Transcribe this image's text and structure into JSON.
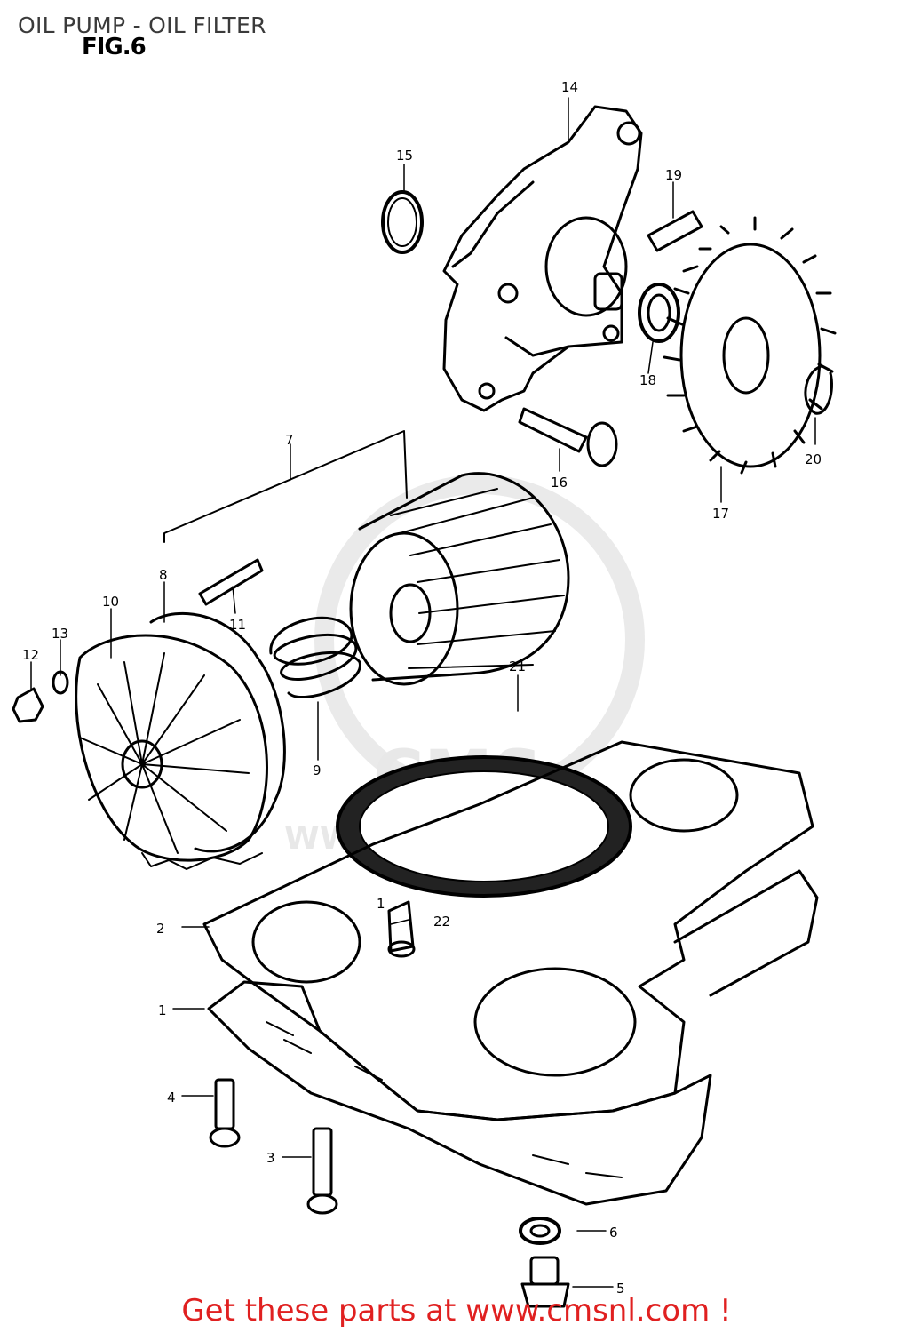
{
  "header": {
    "title": "OIL PUMP - OIL FILTER",
    "figure": "FIG.6"
  },
  "watermark": {
    "brand": "CMS",
    "url": "WWW.CMSNL.COM"
  },
  "callouts": {
    "p1": "1",
    "p2": "2",
    "p3": "3",
    "p4": "4",
    "p5": "5",
    "p6": "6",
    "p7": "7",
    "p8": "8",
    "p9": "9",
    "p10": "10",
    "p11": "11",
    "p12": "12",
    "p13": "13",
    "p14": "14",
    "p15": "15",
    "p16": "16",
    "p17": "17",
    "p18": "18",
    "p19": "19",
    "p20": "20",
    "p21": "21",
    "p22": "22",
    "p22b": "1"
  },
  "footer": {
    "link_text": "Get these parts at www.cmsnl.com !"
  },
  "colors": {
    "footer": "#e02020",
    "line": "#000000"
  }
}
